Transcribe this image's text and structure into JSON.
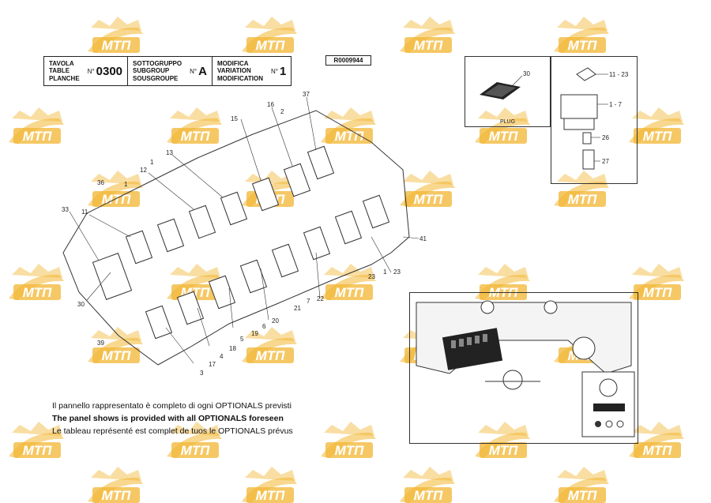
{
  "title_block": {
    "table": {
      "labels": [
        "TAVOLA",
        "TABLE",
        "PLANCHE"
      ],
      "no_label": "N°",
      "value": "0300"
    },
    "subgroup": {
      "labels": [
        "SOTTOGRUPPO",
        "SUBGROUP",
        "SOUSGROUPE"
      ],
      "no_label": "N°",
      "value": "A"
    },
    "variation": {
      "labels": [
        "MODIFICA",
        "VARIATION",
        "MODIFICATION"
      ],
      "no_label": "N°",
      "value": "1"
    },
    "drawing_code": "R0009944"
  },
  "plug_inset": {
    "label": "PLUG",
    "callout": "30"
  },
  "switch_inset": {
    "callouts": [
      "11 - 23",
      "1 - 7",
      "26",
      "27"
    ]
  },
  "callouts": [
    "37",
    "16",
    "2",
    "15",
    "13",
    "1",
    "12",
    "36",
    "1",
    "11",
    "33",
    "41",
    "23",
    "1",
    "23",
    "22",
    "7",
    "21",
    "20",
    "6",
    "19",
    "5",
    "18",
    "4",
    "17",
    "3",
    "39",
    "30"
  ],
  "note": {
    "it": "Il pannello rappresentato è completo di ogni OPTIONALS previsti",
    "en": "The panel shows is provided with all OPTIONALS foreseen",
    "fr": "Le tableau représenté est complet de tuos le OPTIONALS prévus"
  },
  "watermark": {
    "text": "МТП",
    "color": "#f2b632"
  }
}
